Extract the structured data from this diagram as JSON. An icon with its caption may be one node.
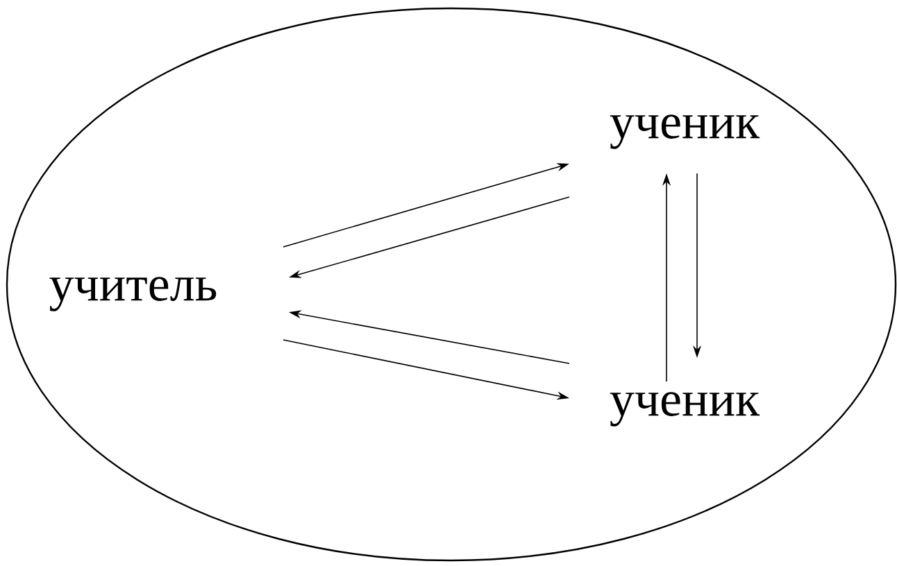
{
  "diagram": {
    "nodes": [
      {
        "text": [],
        "shape": "ellipse"
      },
      {
        "text": [
          "учитель"
        ],
        "in": 0
      },
      {
        "text": [
          "ученик"
        ],
        "in": 0
      },
      {
        "text": [
          "ученик"
        ],
        "in": 0
      }
    ],
    "edges": [
      {
        "from": 1,
        "to": 2,
        "arrow": "to"
      },
      {
        "from": 2,
        "to": 1,
        "arrow": "to"
      },
      {
        "from": 3,
        "to": 1,
        "arrow": "to"
      },
      {
        "from": 1,
        "to": 3,
        "arrow": "to"
      },
      {
        "from": 3,
        "to": 2,
        "arrow": "to"
      },
      {
        "from": 2,
        "to": 3,
        "arrow": "to"
      }
    ]
  }
}
